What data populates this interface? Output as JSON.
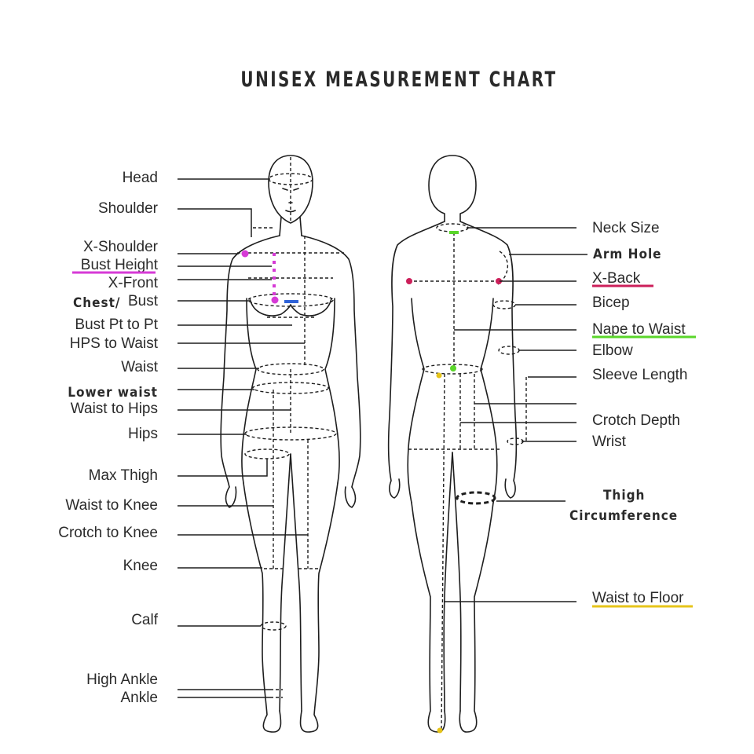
{
  "title": "UNISEX MEASUREMENT CHART",
  "colors": {
    "line": "#1e1e1e",
    "bust_height": "#d63ad6",
    "x_back": "#cc1f5a",
    "nape_to_waist": "#5ad62a",
    "waist_to_floor": "#e6c41a",
    "bust_pt": "#2f63d8"
  },
  "left_labels": {
    "head": "Head",
    "shoulder": "Shoulder",
    "x_shoulder": "X-Shoulder",
    "bust_height": "Bust Height",
    "x_front": "X-Front",
    "chest": "Chest/",
    "bust": "Bust",
    "bust_pt": "Bust Pt to Pt",
    "hps_waist": "HPS to Waist",
    "waist": "Waist",
    "lower_waist": "Lower waist",
    "waist_hips": "Waist to Hips",
    "hips": "Hips",
    "max_thigh": "Max Thigh",
    "waist_knee": "Waist to Knee",
    "crotch_knee": "Crotch to Knee",
    "knee": "Knee",
    "calf": "Calf",
    "high_ankle": "High Ankle",
    "ankle": "Ankle"
  },
  "right_labels": {
    "neck_size": "Neck Size",
    "arm_hole": "Arm Hole",
    "x_back": "X-Back",
    "bicep": "Bicep",
    "nape_waist": "Nape to Waist",
    "elbow": "Elbow",
    "sleeve": "Sleeve Length",
    "crotch_depth": "Crotch Depth",
    "wrist": "Wrist",
    "thigh_1": "Thigh",
    "thigh_2": "Circumference",
    "waist_floor": "Waist to Floor"
  }
}
